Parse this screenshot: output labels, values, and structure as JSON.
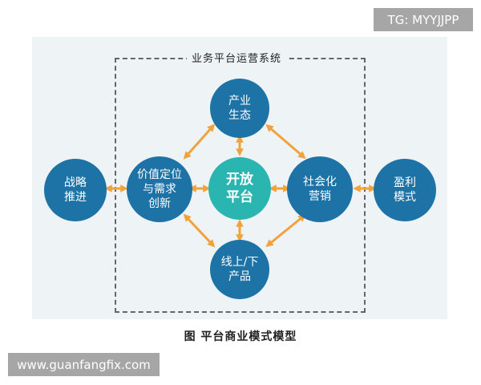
{
  "watermark_top": "TG: MYYJJPP",
  "watermark_bottom": "www.guanfangfix.com",
  "system_title": "业务平台运营系统",
  "caption": "图  平台商业模式模型",
  "nodes": {
    "strategy": "战略\n推进",
    "value": "价值定位\n与需求\n创新",
    "ecosystem": "产业\n生态",
    "center": "开放\n平台",
    "social": "社会化\n营销",
    "products": "线上/下\n产品",
    "profit": "盈利\n模式"
  },
  "colors": {
    "node_blue": "#1d72a6",
    "center_teal": "#2bb5b0",
    "arrow_orange": "#f2a23b",
    "panel_bg": "#eef3f6"
  }
}
